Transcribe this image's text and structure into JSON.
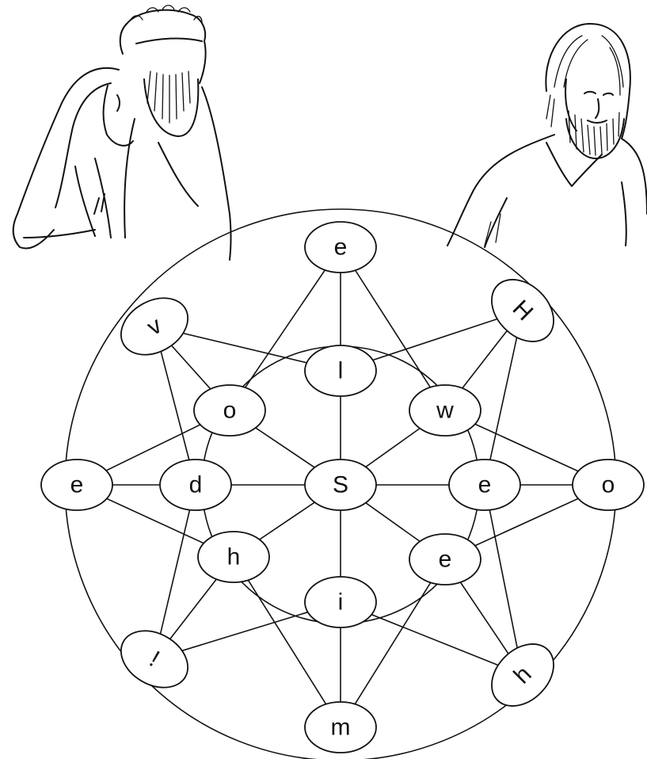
{
  "illustrations": {
    "left": "two-figures-embracing-sketch",
    "right": "bearded-man-sketch"
  },
  "puzzle": {
    "nodes": [
      {
        "id": "n_top",
        "letter": "e"
      },
      {
        "id": "n_tl",
        "letter": "v"
      },
      {
        "id": "n_tr",
        "letter": "H"
      },
      {
        "id": "n_l",
        "letter": "e"
      },
      {
        "id": "n_r",
        "letter": "o"
      },
      {
        "id": "n_bl",
        "letter": "!"
      },
      {
        "id": "n_br",
        "letter": "h"
      },
      {
        "id": "n_bot",
        "letter": "m"
      },
      {
        "id": "n_il",
        "letter": "l"
      },
      {
        "id": "n_iw",
        "letter": "w"
      },
      {
        "id": "n_ie",
        "letter": "e"
      },
      {
        "id": "n_ie2",
        "letter": "e"
      },
      {
        "id": "n_ii",
        "letter": "i"
      },
      {
        "id": "n_ih",
        "letter": "h"
      },
      {
        "id": "n_id",
        "letter": "d"
      },
      {
        "id": "n_io",
        "letter": "o"
      },
      {
        "id": "n_c",
        "letter": "S"
      }
    ],
    "edges": [
      [
        "n_top",
        "n_il"
      ],
      [
        "n_top",
        "n_io"
      ],
      [
        "n_top",
        "n_iw"
      ],
      [
        "n_tr",
        "n_il"
      ],
      [
        "n_tr",
        "n_iw"
      ],
      [
        "n_tr",
        "n_ie"
      ],
      [
        "n_r",
        "n_iw"
      ],
      [
        "n_r",
        "n_ie"
      ],
      [
        "n_r",
        "n_ie2"
      ],
      [
        "n_br",
        "n_ie"
      ],
      [
        "n_br",
        "n_ie2"
      ],
      [
        "n_br",
        "n_ii"
      ],
      [
        "n_bot",
        "n_ii"
      ],
      [
        "n_bot",
        "n_ie2"
      ],
      [
        "n_bot",
        "n_ih"
      ],
      [
        "n_bl",
        "n_ih"
      ],
      [
        "n_bl",
        "n_ii"
      ],
      [
        "n_bl",
        "n_id"
      ],
      [
        "n_l",
        "n_id"
      ],
      [
        "n_l",
        "n_io"
      ],
      [
        "n_l",
        "n_ih"
      ],
      [
        "n_tl",
        "n_io"
      ],
      [
        "n_tl",
        "n_il"
      ],
      [
        "n_tl",
        "n_id"
      ],
      [
        "n_c",
        "n_il"
      ],
      [
        "n_c",
        "n_iw"
      ],
      [
        "n_c",
        "n_ie"
      ],
      [
        "n_c",
        "n_ie2"
      ],
      [
        "n_c",
        "n_ii"
      ],
      [
        "n_c",
        "n_ih"
      ],
      [
        "n_c",
        "n_id"
      ],
      [
        "n_c",
        "n_io"
      ]
    ]
  }
}
